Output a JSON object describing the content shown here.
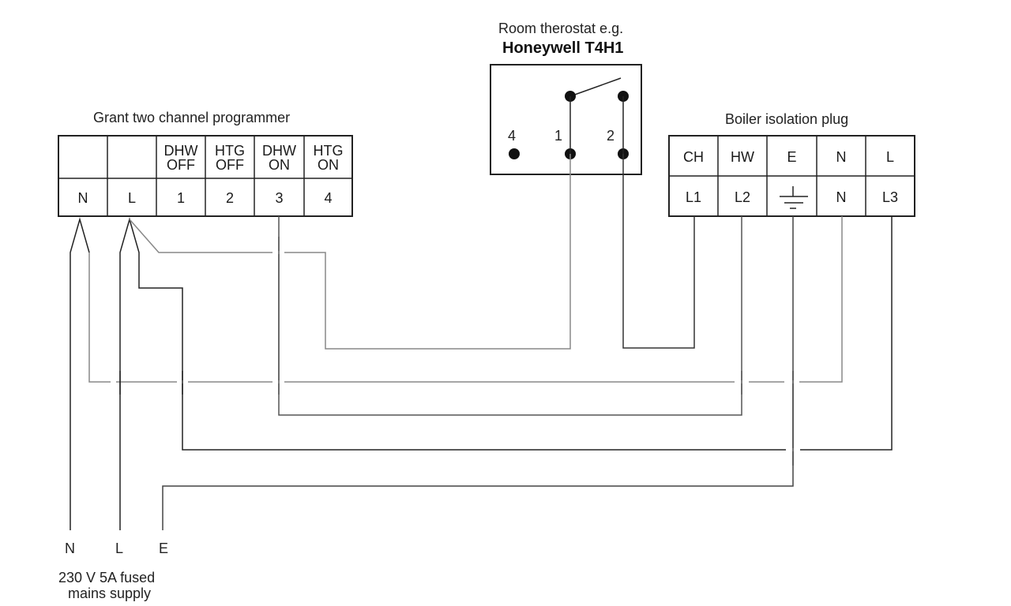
{
  "programmer": {
    "title": "Grant two channel programmer",
    "top_cells": [
      "",
      "",
      "DHW\nOFF",
      "HTG\nOFF",
      "DHW\nON",
      "HTG\nON"
    ],
    "bottom_cells": [
      "N",
      "L",
      "1",
      "2",
      "3",
      "4"
    ]
  },
  "thermostat": {
    "title_line1": "Room therostat e.g.",
    "title_line2": "Honeywell T4H1",
    "terminals": [
      "4",
      "1",
      "2"
    ]
  },
  "boiler": {
    "title": "Boiler isolation plug",
    "top_cells": [
      "CH",
      "HW",
      "E",
      "N",
      "L"
    ],
    "bottom_cells": [
      "L1",
      "L2",
      "earth-symbol",
      "N",
      "L3"
    ]
  },
  "mains": {
    "terminals": [
      "N",
      "L",
      "E"
    ],
    "caption_line1": "230 V 5A fused",
    "caption_line2": "mains supply"
  }
}
